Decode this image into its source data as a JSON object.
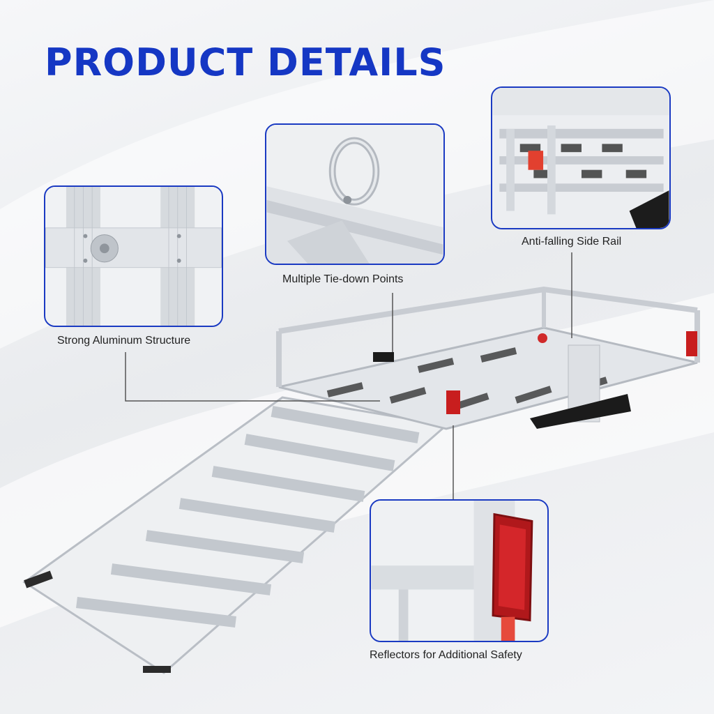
{
  "header": {
    "title": "PRODUCT DETAILS"
  },
  "features": [
    {
      "label": "Strong Aluminum Structure"
    },
    {
      "label": "Multiple Tie-down Points"
    },
    {
      "label": "Anti-falling Side Rail"
    },
    {
      "label": "Reflectors for Additional Safety"
    }
  ],
  "colors": {
    "accent": "#1537c4",
    "frame": "#1a3ac2",
    "reflector": "#c81e1e",
    "aluminum": "#d9dde2"
  }
}
